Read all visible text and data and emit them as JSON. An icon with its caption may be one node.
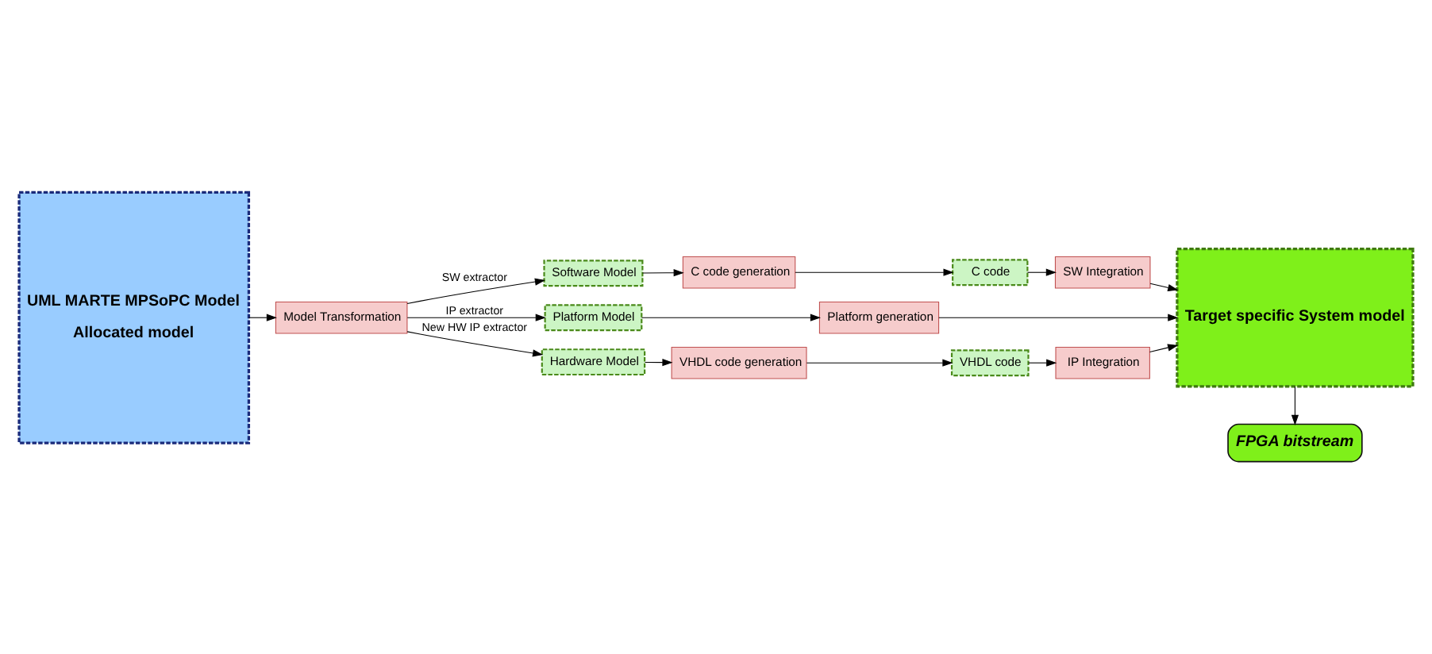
{
  "diagram": {
    "nodes": [
      {
        "text": [
          "UML MARTE MPSoPC Model",
          "Allocated model"
        ]
      },
      {
        "text": [
          "C code generation"
        ]
      },
      {
        "text": [
          "C code"
        ]
      },
      {
        "text": [
          "Software Model"
        ]
      },
      {
        "text": [
          "Model Transformation"
        ]
      },
      {
        "text": [
          "Platform Model"
        ]
      },
      {
        "text": [
          "Hardware Model"
        ]
      },
      {
        "text": [
          "VHDL code generation"
        ]
      },
      {
        "text": [
          "VHDL code"
        ]
      },
      {
        "text": [
          "SW Integration"
        ]
      },
      {
        "text": [
          "Platform generation"
        ]
      },
      {
        "text": [
          "IP Integration"
        ]
      },
      {
        "text": [
          "Target specific System model"
        ]
      },
      {
        "text": [
          "FPGA bitstream"
        ]
      }
    ],
    "edges": [
      {
        "from": 0,
        "to": 4,
        "arrow": "to"
      },
      {
        "from": 4,
        "to": 3,
        "arrow": "to",
        "label": "SW extractor"
      },
      {
        "from": 3,
        "to": 1,
        "arrow": "to"
      },
      {
        "from": 1,
        "to": 2,
        "arrow": "to"
      },
      {
        "from": 2,
        "to": 9,
        "arrow": "to"
      },
      {
        "from": 4,
        "to": 5,
        "arrow": "to",
        "label": "IP extractor"
      },
      {
        "from": 5,
        "to": 10,
        "arrow": "to"
      },
      {
        "from": 4,
        "to": 6,
        "arrow": "to",
        "label": "New HW IP extractor"
      },
      {
        "from": 6,
        "to": 7,
        "arrow": "to"
      },
      {
        "from": 7,
        "to": 8,
        "arrow": "to"
      },
      {
        "from": 8,
        "to": 11,
        "arrow": "to"
      },
      {
        "from": 9,
        "to": 12,
        "arrow": "to"
      },
      {
        "from": 10,
        "to": 12,
        "arrow": "to"
      },
      {
        "from": 11,
        "to": 12,
        "arrow": "to"
      },
      {
        "from": 12,
        "to": 13,
        "arrow": "to"
      }
    ]
  }
}
